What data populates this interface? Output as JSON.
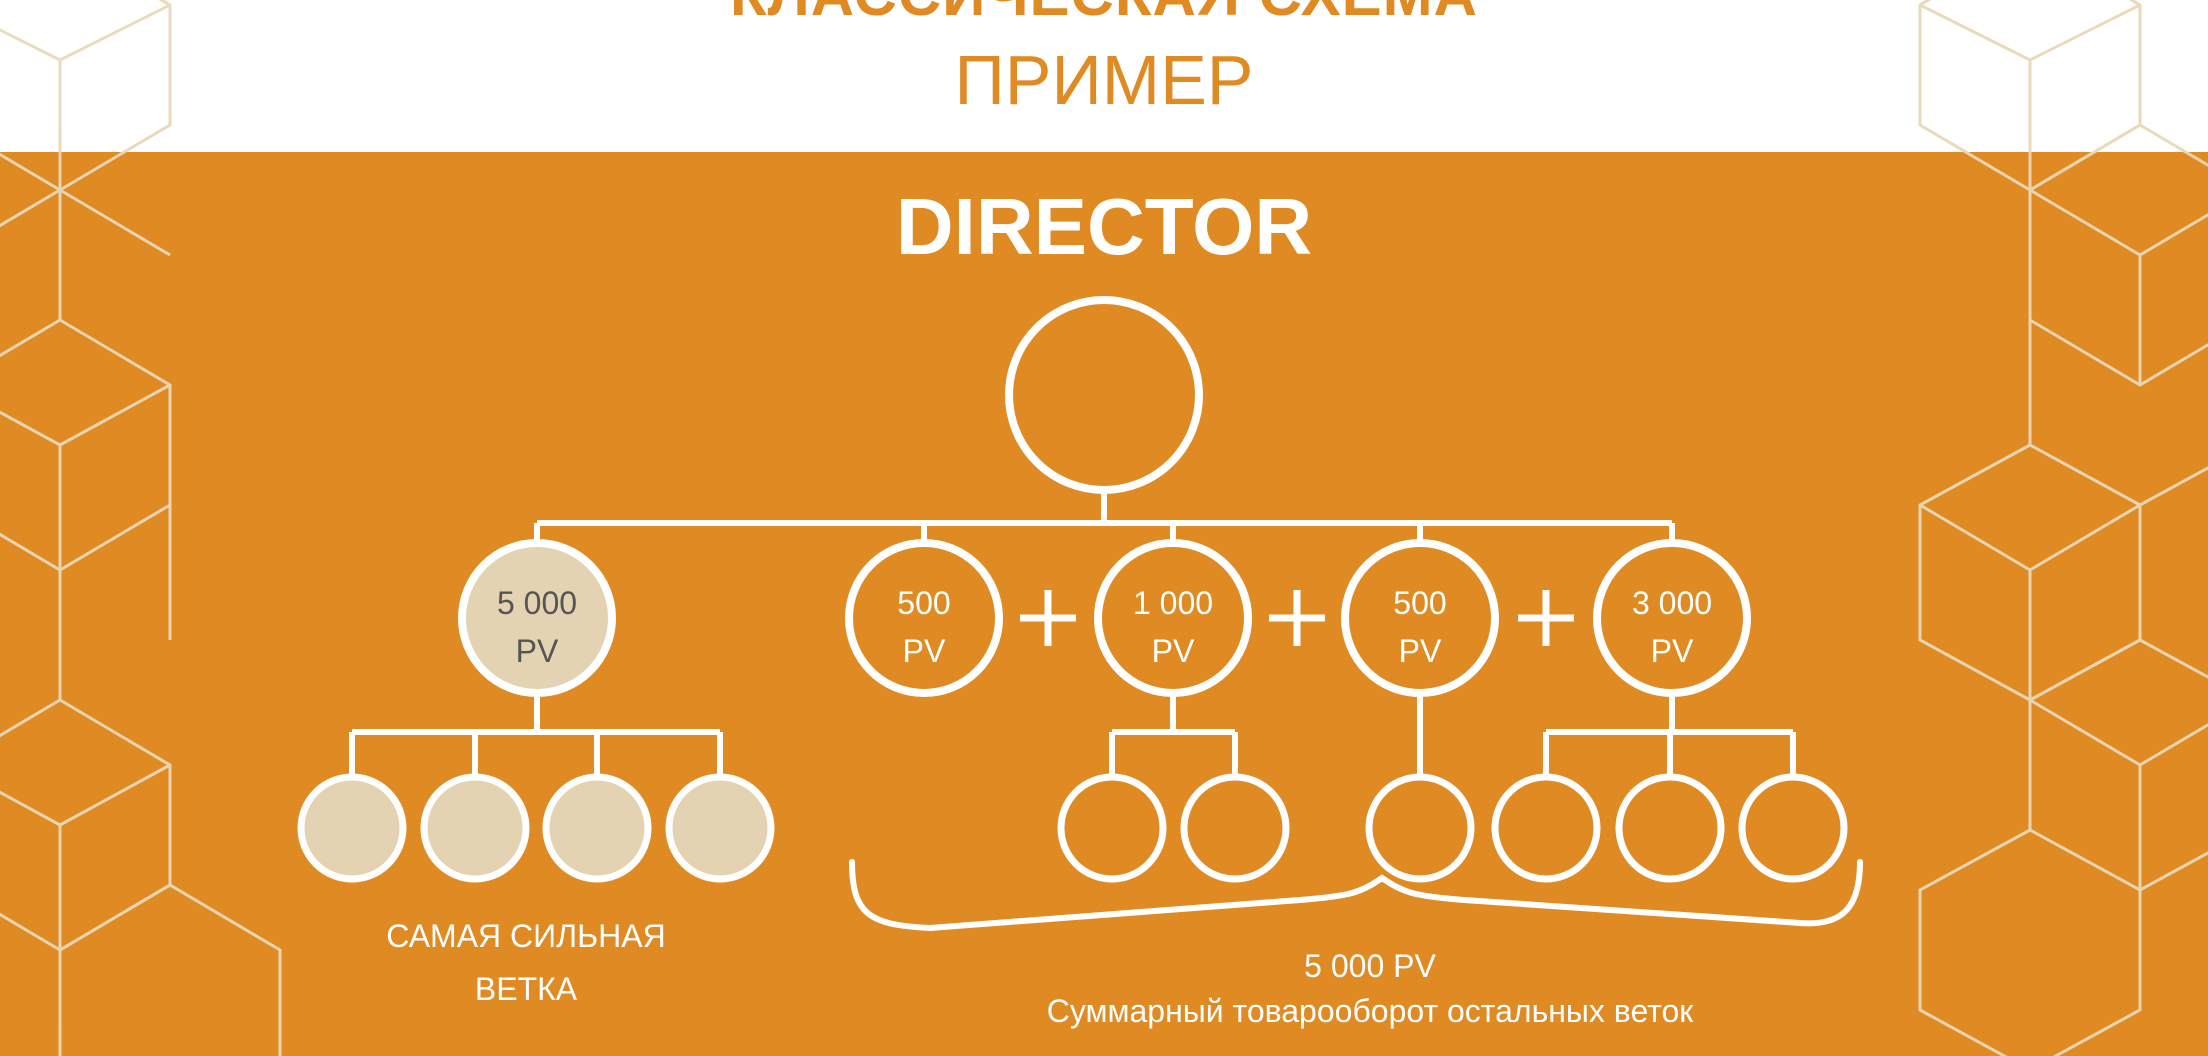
{
  "header": {
    "title": "КЛАССИЧЕСКАЯ СХЕМА",
    "subtitle": "ПРИМЕР"
  },
  "diagram": {
    "rank_title": "DIRECTOR",
    "strongest_branch": {
      "value": "5 000",
      "unit": "PV",
      "children_count": 4,
      "caption_line1": "САМАЯ СИЛЬНАЯ",
      "caption_line2": "ВЕТКА"
    },
    "other_branches": [
      {
        "value": "500",
        "unit": "PV",
        "children_count": 0
      },
      {
        "value": "1 000",
        "unit": "PV",
        "children_count": 2
      },
      {
        "value": "500",
        "unit": "PV",
        "children_count": 1
      },
      {
        "value": "3 000",
        "unit": "PV",
        "children_count": 3
      }
    ],
    "plus_sign": "+",
    "total": "5 000 PV",
    "total_caption": "Суммарный товарооборот остальных веток"
  },
  "colors": {
    "orange": "#E08A23",
    "white": "#FFFFFF",
    "beige": "#E3D3B3",
    "hex_line": "#E8D9B8"
  }
}
